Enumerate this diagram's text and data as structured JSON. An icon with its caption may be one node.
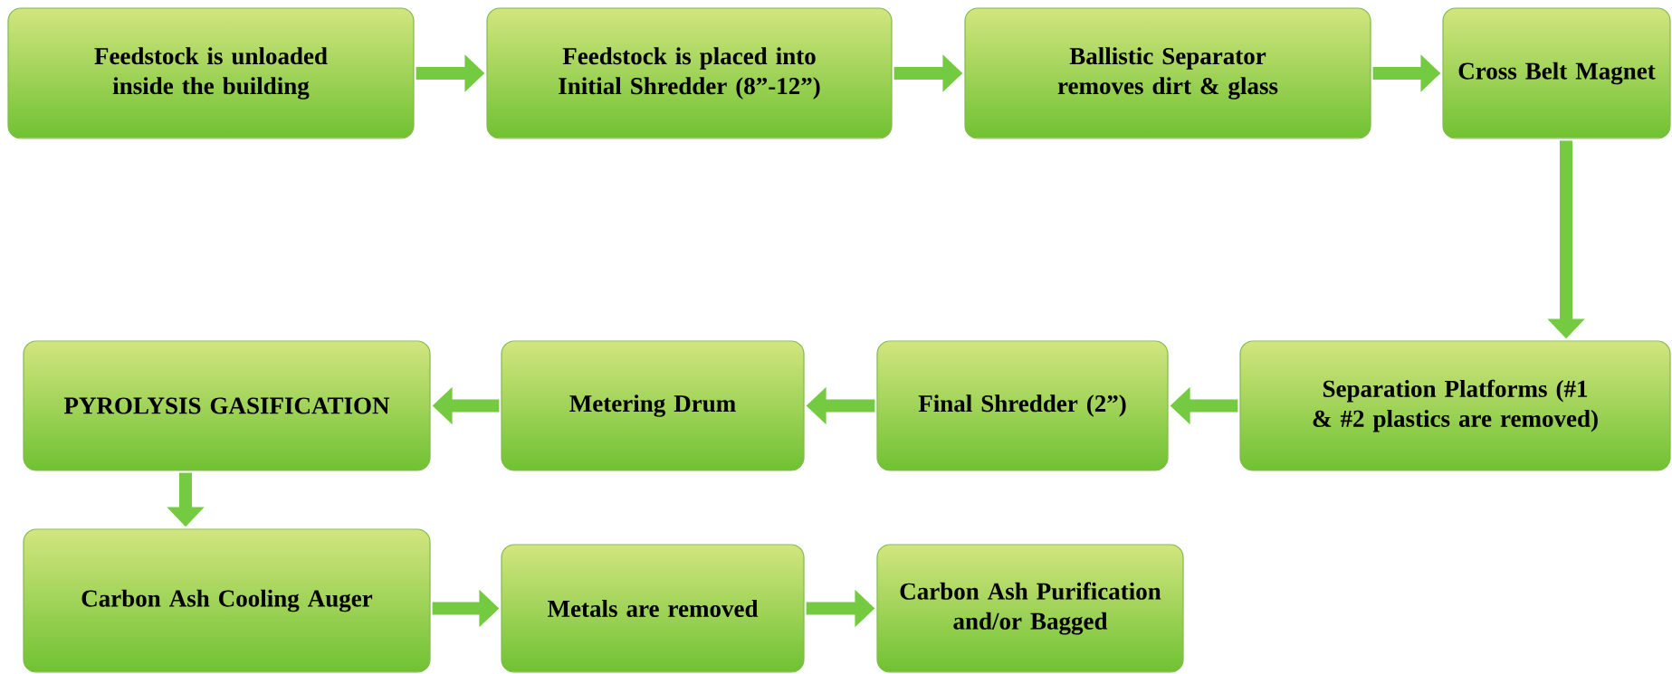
{
  "diagram": {
    "nodes": [
      {
        "text": [
          "Feedstock is unloaded inside the building"
        ]
      },
      {
        "text": [
          "Feedstock is placed into Initial Shredder (8”-12”)"
        ]
      },
      {
        "text": [
          "Ballistic Separator removes dirt & glass"
        ]
      },
      {
        "text": [
          "Cross Belt Magnet"
        ]
      },
      {
        "text": [
          "Separation Platforms (#1 & #2 plastics are removed)"
        ]
      },
      {
        "text": [
          "Final Shredder (2”)"
        ]
      },
      {
        "text": [
          "Metering Drum"
        ]
      },
      {
        "text": [
          "PYROLYSIS GASIFICATION"
        ]
      },
      {
        "text": [
          "Carbon Ash Cooling Auger"
        ]
      },
      {
        "text": [
          "Metals are removed"
        ]
      },
      {
        "text": [
          "Carbon Ash Purification and/or Bagged"
        ]
      }
    ],
    "edges": [
      {
        "from": 0,
        "to": 1,
        "arrow": "to"
      },
      {
        "from": 1,
        "to": 2,
        "arrow": "to"
      },
      {
        "from": 2,
        "to": 3,
        "arrow": "to"
      },
      {
        "from": 3,
        "to": 4,
        "arrow": "to"
      },
      {
        "from": 4,
        "to": 5,
        "arrow": "to"
      },
      {
        "from": 5,
        "to": 6,
        "arrow": "to"
      },
      {
        "from": 6,
        "to": 7,
        "arrow": "to"
      },
      {
        "from": 7,
        "to": 8,
        "arrow": "to"
      },
      {
        "from": 8,
        "to": 9,
        "arrow": "to"
      },
      {
        "from": 9,
        "to": 10,
        "arrow": "to"
      }
    ]
  }
}
